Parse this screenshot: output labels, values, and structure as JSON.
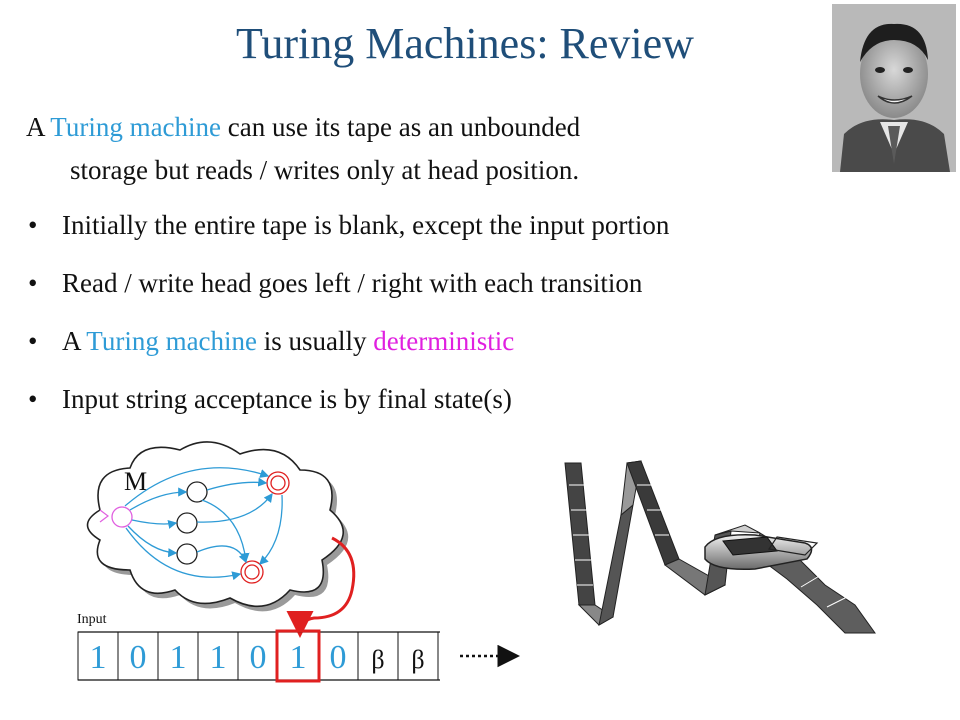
{
  "slide": {
    "title": "Turing Machines: Review",
    "intro": {
      "prefix": "A ",
      "term": "Turing machine",
      "rest1": " can use its tape as an unbounded",
      "line2": "storage but reads / writes only at head position."
    },
    "bullets": [
      {
        "text": "Initially the entire tape is blank, except the input portion"
      },
      {
        "text": "Read / write head goes left / right with each transition"
      },
      {
        "prefix": "A ",
        "term": "Turing machine",
        "mid": " is usually ",
        "emph": "deterministic"
      },
      {
        "text": "Input string acceptance is by final state(s)"
      }
    ],
    "bullet_glyph": "•"
  },
  "machine": {
    "label": "M"
  },
  "tape": {
    "label": "Input",
    "cells": [
      "1",
      "0",
      "1",
      "1",
      "0",
      "1",
      "0",
      "β",
      "β"
    ],
    "head_index": 5
  },
  "colors": {
    "title": "#1f4e79",
    "term": "#2e9bd6",
    "emph": "#e020e0",
    "head": "#e02020",
    "digits": "#2e9bd6",
    "transitions": "#2e9bd6",
    "final_state": "#e02020"
  }
}
